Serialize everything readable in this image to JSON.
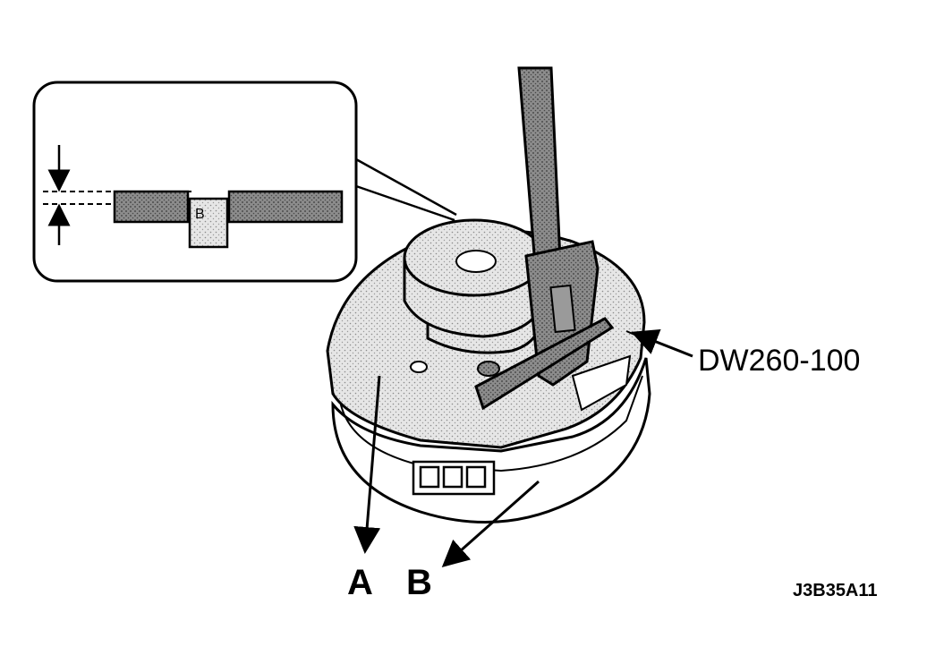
{
  "labels": {
    "tool": "DW260-100",
    "part_a": "A",
    "part_b": "B",
    "inset_b": "B",
    "figure_code": "J3B35A11"
  },
  "colors": {
    "ink": "#000000",
    "paper": "#ffffff",
    "tone_light": "#d9d9d9",
    "tone_mid": "#a8a8a8",
    "tone_dark": "#6e6e6e"
  }
}
